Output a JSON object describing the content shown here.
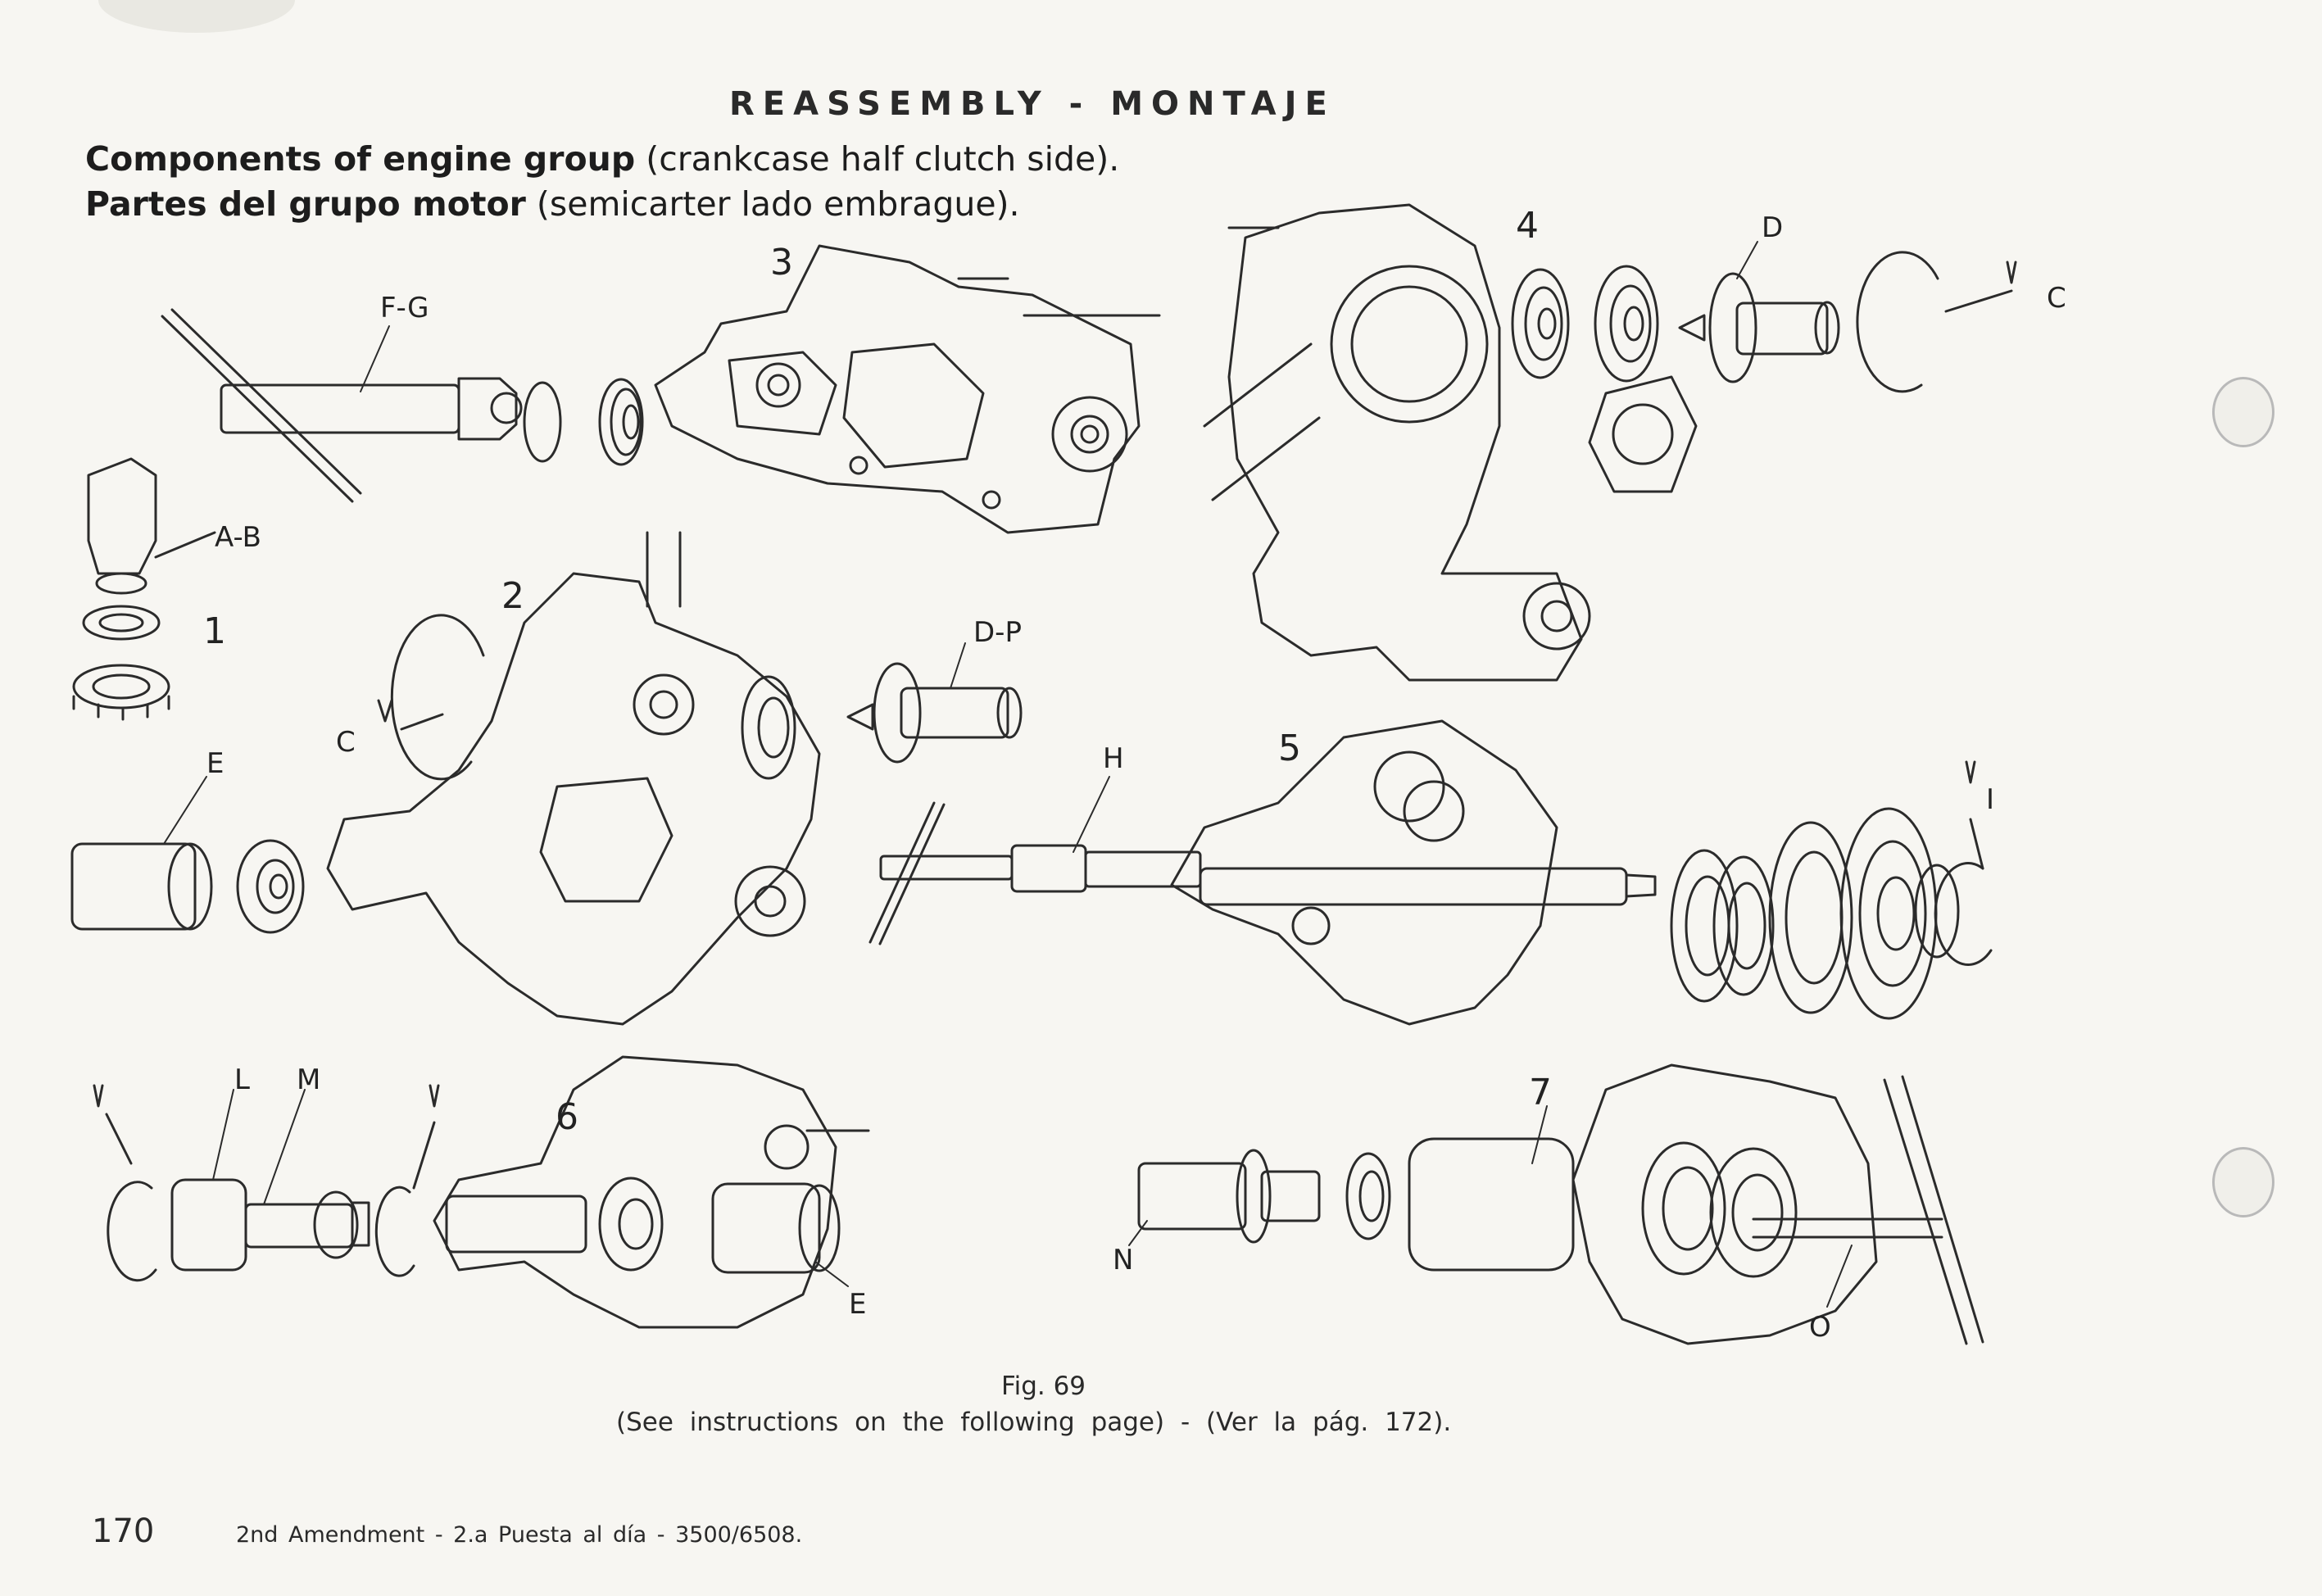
{
  "header": {
    "title": "REASSEMBLY  -  MONTAJE",
    "line1_bold": "Components of engine group",
    "line1_rest": " (crankcase half clutch side).",
    "line2_bold": "Partes del grupo motor",
    "line2_rest": " (semicarter lado embrague)."
  },
  "figure": {
    "step_numbers": [
      "1",
      "2",
      "3",
      "4",
      "5",
      "6",
      "7"
    ],
    "labels": {
      "fg": "F-G",
      "ab": "A-B",
      "c_top": "C",
      "d": "D",
      "c_mid": "C",
      "dp": "D-P",
      "e_left": "E",
      "h": "H",
      "i": "I",
      "l": "L",
      "m": "M",
      "e_bottom": "E",
      "n": "N",
      "o": "O"
    }
  },
  "caption": {
    "fig": "Fig. 69",
    "instructions": "(See instructions on the following page)  -  (Ver la pág. 172)."
  },
  "footer": {
    "page_number": "170",
    "amendment": "2nd Amendment - 2.a Puesta al día - 3500/6508."
  }
}
